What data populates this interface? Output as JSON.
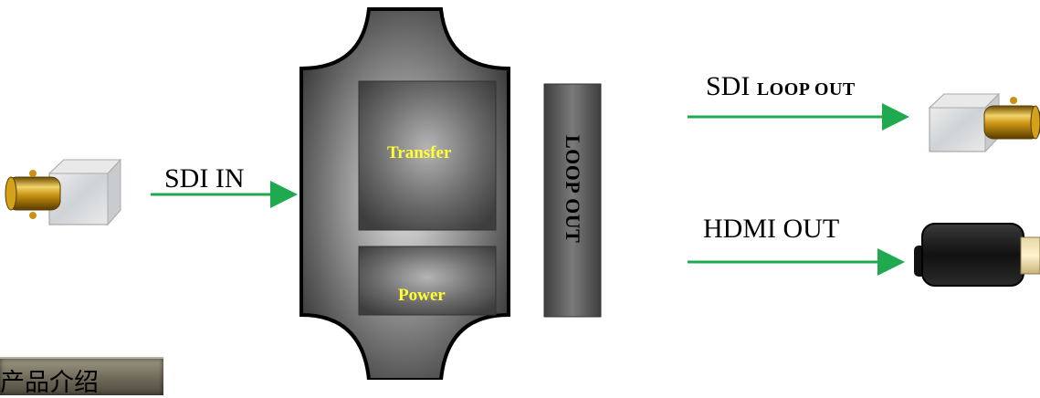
{
  "labels": {
    "sdi_in": "SDI IN",
    "sdi_loop_out_prefix": "SDI",
    "sdi_loop_out_suffix": "LOOP OUT",
    "hdmi_out": "HDMI OUT"
  },
  "device": {
    "transfer": "Transfer",
    "power": "Power",
    "loop_out": "LOOP OUT"
  },
  "footer": {
    "intro_tab": "产品介绍"
  },
  "colors": {
    "arrow": "#1faa4f",
    "inner_text": "#ffff33",
    "device_dark": "#2a2a2a",
    "device_light": "#dcdcdc"
  }
}
